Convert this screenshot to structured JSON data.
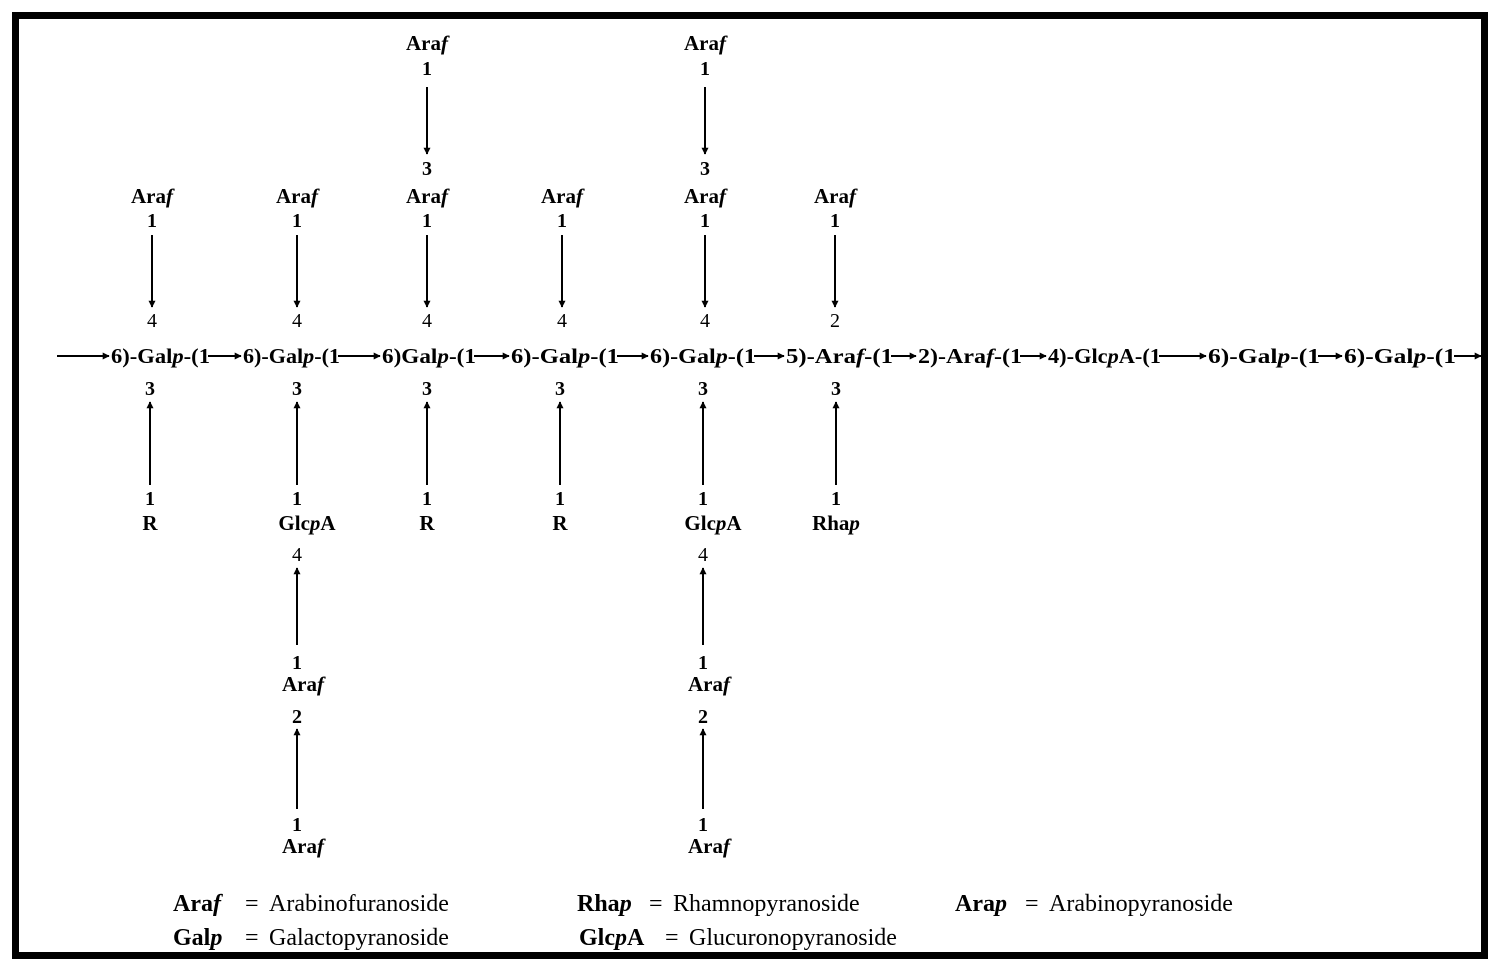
{
  "main_chain": {
    "lead_arrow": true,
    "segments": [
      {
        "pre": "6)-Gal",
        "ital": "p",
        "post": "-(1"
      },
      {
        "pre": "6)-Gal",
        "ital": "p",
        "post": "-(1"
      },
      {
        "pre": "6)Gal",
        "ital": "p",
        "post": "-(1"
      },
      {
        "pre": "6)-Gal",
        "ital": "p",
        "post": "-(1"
      },
      {
        "pre": "6)-Gal",
        "ital": "p",
        "post": "-(1"
      },
      {
        "pre": "5)-Ara",
        "ital": "f",
        "post": "-(1"
      },
      {
        "pre": "2)-Ara",
        "ital": "f",
        "post": "-(1"
      },
      {
        "pre": "4)-Glc",
        "ital": "p",
        "post": "A-(1"
      },
      {
        "pre": "6)-Gal",
        "ital": "p",
        "post": "-(1"
      },
      {
        "pre": "6)-Gal",
        "ital": "p",
        "post": "-(1"
      }
    ]
  },
  "branches_top": [
    {
      "sugar": {
        "base": "Ara",
        "ital": "f"
      },
      "from": "1",
      "to": "4"
    },
    {
      "sugar": {
        "base": "Ara",
        "ital": "f"
      },
      "from": "1",
      "to": "4"
    },
    {
      "sugar": {
        "base": "Ara",
        "ital": "f"
      },
      "from": "1",
      "to": "4",
      "outer": {
        "sugar": {
          "base": "Ara",
          "ital": "f"
        },
        "from": "1",
        "to": "3"
      }
    },
    {
      "sugar": {
        "base": "Ara",
        "ital": "f"
      },
      "from": "1",
      "to": "4"
    },
    {
      "sugar": {
        "base": "Ara",
        "ital": "f"
      },
      "from": "1",
      "to": "4",
      "outer": {
        "sugar": {
          "base": "Ara",
          "ital": "f"
        },
        "from": "1",
        "to": "3"
      }
    },
    {
      "sugar": {
        "base": "Ara",
        "ital": "f"
      },
      "from": "1",
      "to": "2"
    }
  ],
  "branches_bottom": [
    {
      "to": "3",
      "from": "1",
      "sugar": {
        "base": "R",
        "ital": ""
      }
    },
    {
      "to": "3",
      "from": "1",
      "sugar": {
        "base": "Glc",
        "ital": "p",
        "suffix": "A"
      },
      "ext": [
        {
          "to": "4",
          "from": "1",
          "sugar": {
            "base": "Ara",
            "ital": "f"
          }
        },
        {
          "to": "2",
          "from": "1",
          "sugar": {
            "base": "Ara",
            "ital": "f"
          }
        }
      ]
    },
    {
      "to": "3",
      "from": "1",
      "sugar": {
        "base": "R",
        "ital": ""
      }
    },
    {
      "to": "3",
      "from": "1",
      "sugar": {
        "base": "R",
        "ital": ""
      }
    },
    {
      "to": "3",
      "from": "1",
      "sugar": {
        "base": "Glc",
        "ital": "p",
        "suffix": "A"
      },
      "ext": [
        {
          "to": "4",
          "from": "1",
          "sugar": {
            "base": "Ara",
            "ital": "f"
          }
        },
        {
          "to": "2",
          "from": "1",
          "sugar": {
            "base": "Ara",
            "ital": "f"
          }
        }
      ]
    },
    {
      "to": "3",
      "from": "1",
      "sugar": {
        "base": "Rha",
        "ital": "p"
      }
    }
  ],
  "legend": [
    {
      "abbr": {
        "base": "Ara",
        "ital": "f"
      },
      "eq": "=",
      "name": "Arabinofuranoside"
    },
    {
      "abbr": {
        "base": "Rha",
        "ital": "p"
      },
      "eq": "=",
      "name": "Rhamnopyranoside"
    },
    {
      "abbr": {
        "base": "Ara",
        "ital": "p"
      },
      "eq": "=",
      "name": "Arabinopyranoside"
    },
    {
      "abbr": {
        "base": "Gal",
        "ital": "p"
      },
      "eq": "=",
      "name": "Galactopyranoside"
    },
    {
      "abbr": {
        "base": "Glc",
        "ital": "p",
        "suffix": "A"
      },
      "eq": "=",
      "name": "Glucuronopyranoside"
    }
  ]
}
